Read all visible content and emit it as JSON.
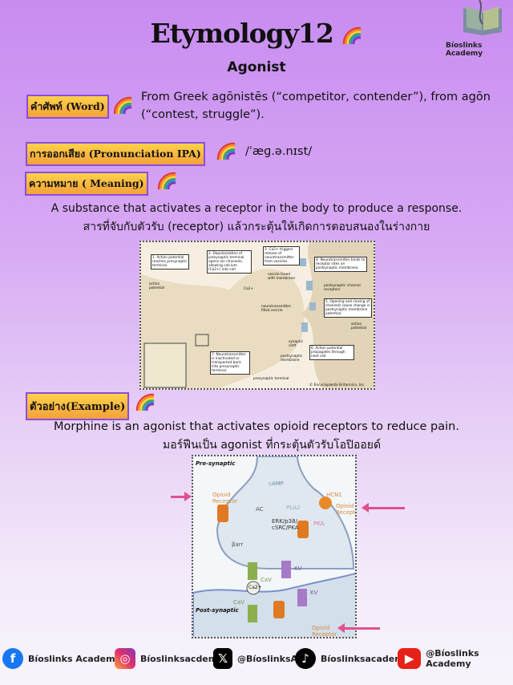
{
  "header": {
    "title": "Etymology12",
    "subtitle": "Agonist",
    "brand": "Bíoslinks Academy"
  },
  "word": {
    "label": "คำศัพท์ (Word)",
    "text": "From Greek agōnistēs (“competitor, contender”), from agōn (“contest, struggle”)."
  },
  "pronunciation": {
    "label": "การออกเสียง (Pronunciation IPA)",
    "ipa": "/ˈæɡ.ə.nɪst/"
  },
  "meaning": {
    "label": "ความหมาย ( Meaning)",
    "en": "A substance that activates a receptor in the body to produce a response.",
    "th": "สารที่จับกับตัวรับ (receptor) แล้วกระตุ้นให้เกิดการตอบสนองในร่างกาย"
  },
  "figure1": {
    "labels": [
      "1. Action potential reaches presynaptic terminal.",
      "2. Depolarization of presynaptic terminal opens ion channels, allowing calcium (Ca2+) into cell.",
      "3. Ca2+ triggers release of neurotransmitter from vesicles.",
      "4. Neurotransmitter binds to receptor sites on postsynaptic membrane.",
      "5. Opening and closing of channels cause change in postsynaptic membrane potential.",
      "6. Action potential propagates through next cell.",
      "7. Neurotransmitter is inactivated or transported back into presynaptic terminal."
    ],
    "small": [
      "action potential",
      "vesicle fused with membrane",
      "postsynaptic channel receptors",
      "neurotransmitter-filled vesicle",
      "synaptic cleft",
      "postsynaptic membrane",
      "presynaptic terminal",
      "action potential",
      "Ca2+"
    ],
    "credit": "© Encyclopædia Britannica, Inc."
  },
  "example": {
    "label": "ตัวอย่าง(Example)",
    "en": "Morphine is an agonist that activates opioid receptors to reduce pain.",
    "th": "มอร์ฟีนเป็น agonist ที่กระตุ้นตัวรับโอปิออยด์"
  },
  "figure2": {
    "pre": "Pre-synaptic",
    "post": "Post-synaptic",
    "labels": [
      "Opioid Receptor",
      "cAMP",
      "AC",
      "PLA2",
      "HCN1",
      "Opioid Receptor",
      "ERK/p38/ cSRC/PKA",
      "PKA",
      "βarr",
      "CaV",
      "KV",
      "KV",
      "Ca2+",
      "CaV",
      "Opioid Receptor"
    ],
    "colors": {
      "arrow": "#e0508e",
      "receptor": "#e07a22"
    }
  },
  "footer": [
    {
      "icon": "facebook-icon",
      "text": "Bíoslinks Academy"
    },
    {
      "icon": "instagram-icon",
      "text": "Bíoslinksacdemy"
    },
    {
      "icon": "x-icon",
      "text": "@BíoslinksA"
    },
    {
      "icon": "tiktok-icon",
      "text": "Bíoslinksacademy"
    },
    {
      "icon": "youtube-icon",
      "text": "@Bíoslinks Academy"
    }
  ]
}
